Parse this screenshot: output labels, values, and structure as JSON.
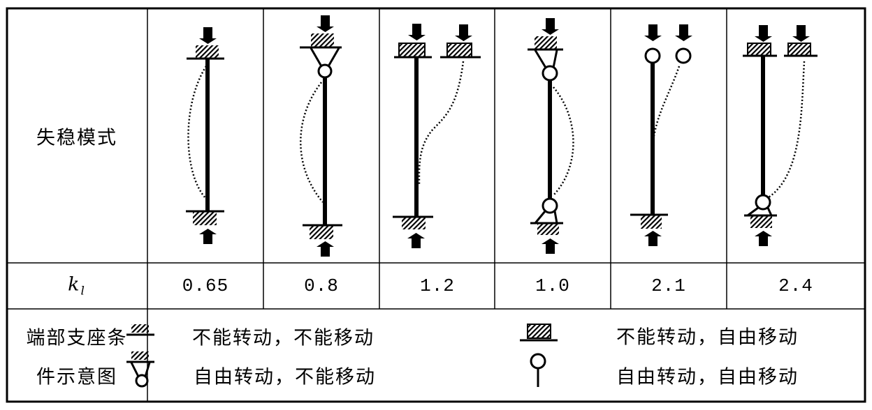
{
  "table": {
    "row1_header": "失稳模式",
    "row2_header_symbol": "k",
    "row2_header_subscript": "l",
    "k_values": [
      "0.65",
      "0.8",
      "1.2",
      "1.0",
      "2.1",
      "2.4"
    ],
    "row3_header_line1": "端部支座条",
    "row3_header_line2": "件示意图",
    "legend": [
      {
        "icon": "fixed-support-icon",
        "label": "不能转动，不能移动"
      },
      {
        "icon": "pinned-support-icon",
        "label": "自由转动，不能移动"
      },
      {
        "icon": "sliding-fixed-support-icon",
        "label": "不能转动，自由移动"
      },
      {
        "icon": "free-end-icon",
        "label": "自由转动，自由移动"
      }
    ]
  }
}
